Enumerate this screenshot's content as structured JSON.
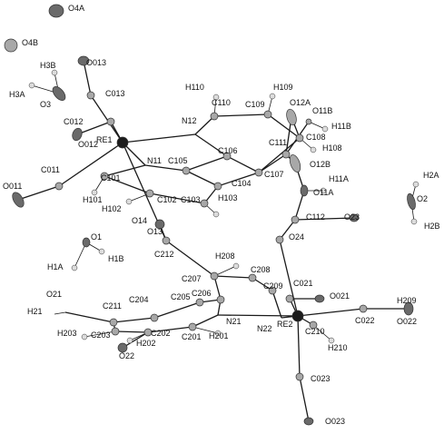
{
  "colors": {
    "bond": "#1a1a1a",
    "metal": "#1c1c1c",
    "heavy_atom": "#6a6a6a",
    "light_atom": "#a8a8a8",
    "hydrogen": "#dcdcdc",
    "background": "#ffffff"
  },
  "atoms": [
    {
      "id": "O4A",
      "label": "O4A",
      "kind": "heavy"
    },
    {
      "id": "O4B",
      "label": "O4B",
      "kind": "light"
    },
    {
      "id": "H3B",
      "label": "H3B",
      "kind": "h"
    },
    {
      "id": "H3A",
      "label": "H3A",
      "kind": "h"
    },
    {
      "id": "O3",
      "label": "O3",
      "kind": "heavy"
    },
    {
      "id": "O013",
      "label": "O013",
      "kind": "heavy"
    },
    {
      "id": "C013",
      "label": "C013",
      "kind": "light"
    },
    {
      "id": "C012",
      "label": "C012",
      "kind": "light"
    },
    {
      "id": "O012",
      "label": "O012",
      "kind": "heavy"
    },
    {
      "id": "RE1",
      "label": "RE1",
      "kind": "metal"
    },
    {
      "id": "C011",
      "label": "C011",
      "kind": "light"
    },
    {
      "id": "O011",
      "label": "O011",
      "kind": "heavy"
    },
    {
      "id": "H110",
      "label": "H110",
      "kind": "h"
    },
    {
      "id": "C110",
      "label": "C110",
      "kind": "light"
    },
    {
      "id": "N12",
      "label": "N12",
      "kind": "none"
    },
    {
      "id": "H109",
      "label": "H109",
      "kind": "h"
    },
    {
      "id": "C109",
      "label": "C109",
      "kind": "light"
    },
    {
      "id": "O12A",
      "label": "O12A",
      "kind": "light"
    },
    {
      "id": "O11B",
      "label": "O11B",
      "kind": "light"
    },
    {
      "id": "H11B",
      "label": "H11B",
      "kind": "h"
    },
    {
      "id": "C108",
      "label": "C108",
      "kind": "light"
    },
    {
      "id": "H108",
      "label": "H108",
      "kind": "h"
    },
    {
      "id": "C111",
      "label": "C111",
      "kind": "light"
    },
    {
      "id": "O12B",
      "label": "O12B",
      "kind": "light"
    },
    {
      "id": "N11",
      "label": "N11",
      "kind": "none"
    },
    {
      "id": "C105",
      "label": "C105",
      "kind": "light"
    },
    {
      "id": "C106",
      "label": "C106",
      "kind": "light"
    },
    {
      "id": "C107",
      "label": "C107",
      "kind": "light"
    },
    {
      "id": "C104",
      "label": "C104",
      "kind": "light"
    },
    {
      "id": "C101",
      "label": "C101",
      "kind": "light"
    },
    {
      "id": "H101",
      "label": "H101",
      "kind": "h"
    },
    {
      "id": "H102",
      "label": "H102",
      "kind": "h"
    },
    {
      "id": "C102",
      "label": "C102",
      "kind": "light"
    },
    {
      "id": "C103",
      "label": "C103",
      "kind": "light"
    },
    {
      "id": "H103",
      "label": "H103",
      "kind": "h"
    },
    {
      "id": "H11A",
      "label": "H11A",
      "kind": "h"
    },
    {
      "id": "O11A",
      "label": "O11A",
      "kind": "heavy"
    },
    {
      "id": "C112",
      "label": "C112",
      "kind": "light"
    },
    {
      "id": "O23",
      "label": "O23",
      "kind": "heavy"
    },
    {
      "id": "H2A",
      "label": "H2A",
      "kind": "h"
    },
    {
      "id": "O2",
      "label": "O2",
      "kind": "heavy"
    },
    {
      "id": "H2B",
      "label": "H2B",
      "kind": "h"
    },
    {
      "id": "O14",
      "label": "O14",
      "kind": "heavy"
    },
    {
      "id": "O13",
      "label": "O13",
      "kind": "none"
    },
    {
      "id": "O1",
      "label": "O1",
      "kind": "heavy"
    },
    {
      "id": "H1A",
      "label": "H1A",
      "kind": "h"
    },
    {
      "id": "H1B",
      "label": "H1B",
      "kind": "h"
    },
    {
      "id": "C212",
      "label": "C212",
      "kind": "light"
    },
    {
      "id": "O24",
      "label": "O24",
      "kind": "light"
    },
    {
      "id": "H208",
      "label": "H208",
      "kind": "h"
    },
    {
      "id": "C208",
      "label": "C208",
      "kind": "light"
    },
    {
      "id": "C207",
      "label": "C207",
      "kind": "light"
    },
    {
      "id": "C209",
      "label": "C209",
      "kind": "light"
    },
    {
      "id": "C021",
      "label": "C021",
      "kind": "light"
    },
    {
      "id": "O021",
      "label": "O021",
      "kind": "heavy"
    },
    {
      "id": "C206",
      "label": "C206",
      "kind": "light"
    },
    {
      "id": "C205",
      "label": "C205",
      "kind": "light"
    },
    {
      "id": "O21",
      "label": "O21",
      "kind": "none"
    },
    {
      "id": "C211",
      "label": "C211",
      "kind": "light"
    },
    {
      "id": "C204",
      "label": "C204",
      "kind": "light"
    },
    {
      "id": "H21",
      "label": "H21",
      "kind": "h"
    },
    {
      "id": "N21",
      "label": "N21",
      "kind": "none"
    },
    {
      "id": "N22",
      "label": "N22",
      "kind": "none"
    },
    {
      "id": "RE2",
      "label": "RE2",
      "kind": "metal"
    },
    {
      "id": "C022",
      "label": "C022",
      "kind": "light"
    },
    {
      "id": "O022",
      "label": "O022",
      "kind": "heavy"
    },
    {
      "id": "H209",
      "label": "H209",
      "kind": "none"
    },
    {
      "id": "C210",
      "label": "C210",
      "kind": "light"
    },
    {
      "id": "H210",
      "label": "H210",
      "kind": "h"
    },
    {
      "id": "H203",
      "label": "H203",
      "kind": "h"
    },
    {
      "id": "C203",
      "label": "C203",
      "kind": "light"
    },
    {
      "id": "C202",
      "label": "C202",
      "kind": "light"
    },
    {
      "id": "H202",
      "label": "H202",
      "kind": "h"
    },
    {
      "id": "C201",
      "label": "C201",
      "kind": "light"
    },
    {
      "id": "H201",
      "label": "H201",
      "kind": "h"
    },
    {
      "id": "O22",
      "label": "O22",
      "kind": "heavy"
    },
    {
      "id": "C023",
      "label": "C023",
      "kind": "light"
    },
    {
      "id": "O023",
      "label": "O023",
      "kind": "heavy"
    }
  ]
}
